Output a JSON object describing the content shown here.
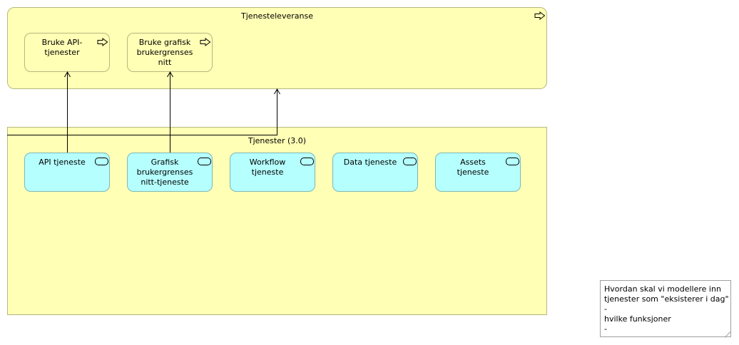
{
  "delivery": {
    "title": "Tjenesteleveranse",
    "process_a": [
      "Bruke API-",
      "tjenester"
    ],
    "process_b": [
      "Bruke grafisk",
      "brukergrenses",
      "nitt"
    ]
  },
  "services_group": {
    "title": "Tjenester (3.0)",
    "items": [
      [
        "API tjeneste"
      ],
      [
        "Grafisk",
        "brukergrenses",
        "nitt-tjeneste"
      ],
      [
        "Workflow",
        "tjeneste"
      ],
      [
        "Data tjeneste"
      ],
      [
        "Assets",
        "tjeneste"
      ]
    ]
  },
  "note": {
    "lines": [
      "Hvordan skal vi modellere inn",
      "tjenester som \"eksisterer i dag\" -",
      "hvilke funksjoner",
      "-"
    ]
  }
}
